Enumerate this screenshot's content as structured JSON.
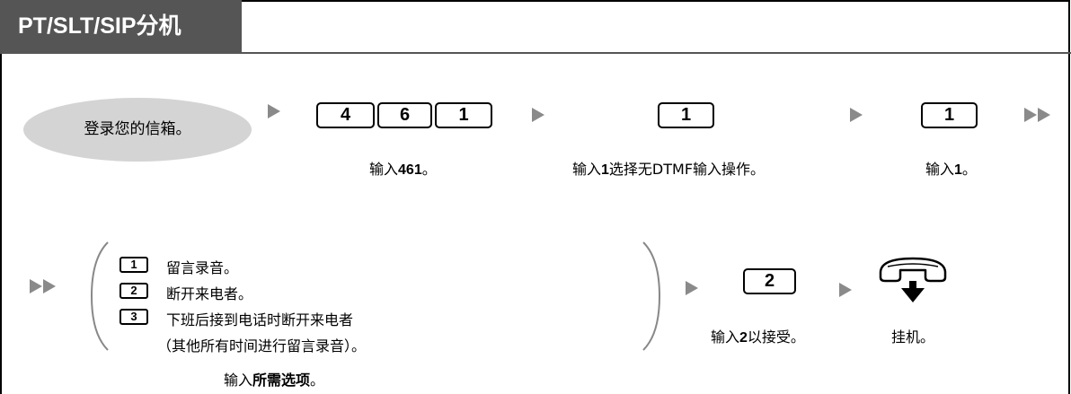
{
  "header": {
    "title": "PT/SLT/SIP分机"
  },
  "steps": {
    "login": "登录您的信箱。",
    "keys_461": [
      "4",
      "6",
      "1"
    ],
    "caption_461_pre": "输入",
    "caption_461_bold": "461",
    "caption_461_post": "。",
    "key_1a": "1",
    "caption_1a_pre": "输入",
    "caption_1a_bold": "1",
    "caption_1a_post": "选择无DTMF输入操作。",
    "key_1b": "1",
    "caption_1b_pre": "输入",
    "caption_1b_bold": "1",
    "caption_1b_post": "。"
  },
  "options": {
    "items": [
      {
        "key": "1",
        "label": "留言录音。"
      },
      {
        "key": "2",
        "label": "断开来电者。"
      },
      {
        "key": "3",
        "label": "下班后接到电话时断开来电者"
      }
    ],
    "continuation": "（其他所有时间进行留言录音）。",
    "caption_pre": "输入",
    "caption_bold": "所需选项",
    "caption_post": "。"
  },
  "accept": {
    "key": "2",
    "caption_pre": "输入",
    "caption_bold": "2",
    "caption_post": "以接受。"
  },
  "hangup": {
    "icon": "handset-hang-up-icon",
    "caption": "挂机。"
  }
}
